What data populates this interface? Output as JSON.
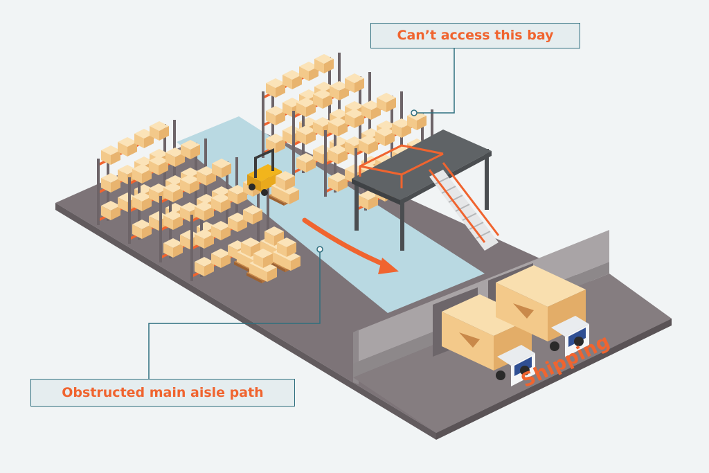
{
  "callouts": {
    "bay": "Can’t access this bay",
    "aisle": "Obstructed main aisle path"
  },
  "zones": {
    "shipping": "Shipping"
  },
  "colors": {
    "background": "#f1f4f5",
    "floor": "#7d7478",
    "aisle": "#b9d9e2",
    "accent": "#f0642f",
    "callout_line": "#2e6e7e",
    "callout_fill": "#e5edef",
    "box": "#f3cf96",
    "mezzanine": "#5f6366",
    "wall": "#a9a4a6"
  },
  "icons": [
    "forklift-icon",
    "pallet-icon",
    "truck-icon",
    "rack-icon",
    "stairs-icon",
    "arrow-icon"
  ]
}
